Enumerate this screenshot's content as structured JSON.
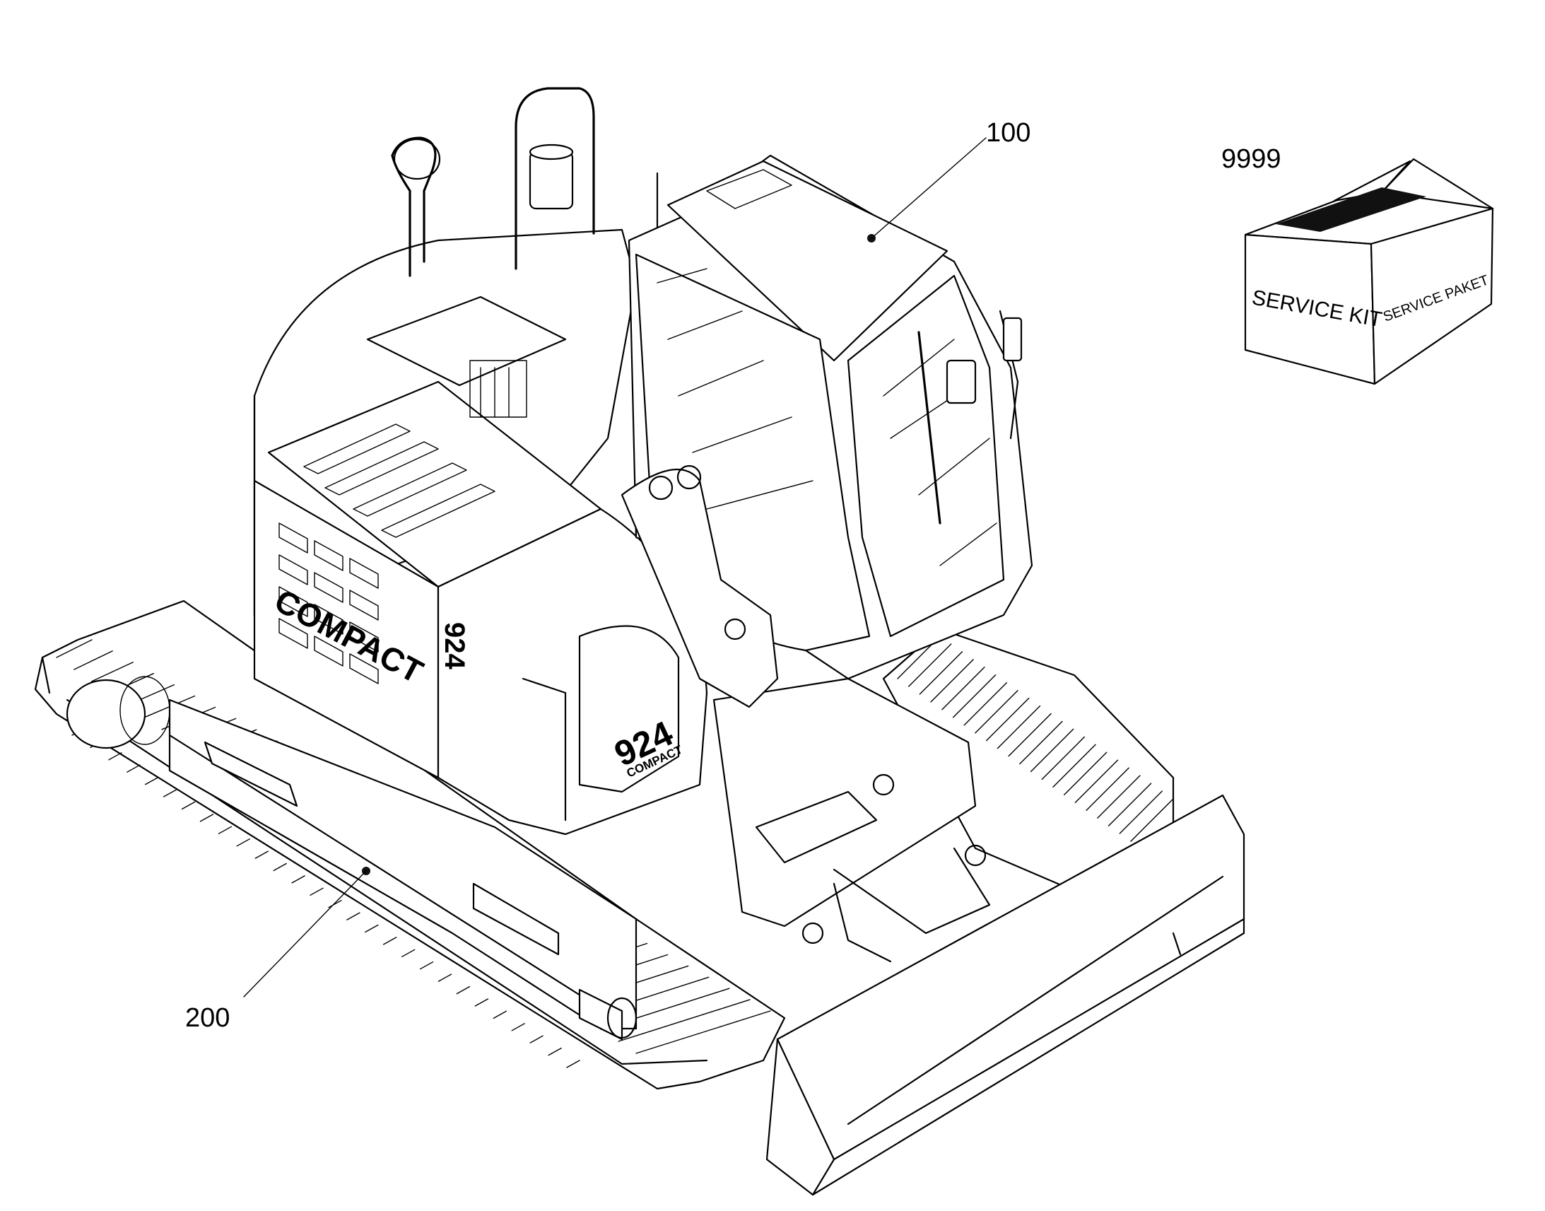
{
  "callouts": {
    "cab": {
      "label": "100"
    },
    "undercarriage": {
      "label": "200"
    },
    "service_kit": {
      "label": "9999"
    }
  },
  "service_box": {
    "front_text": "SERVICE KIT",
    "side_text": "SERVICE PAKET"
  },
  "machine_markings": {
    "brand_side": "COMPACT",
    "model_number": "924",
    "model_sub": "COMPACT",
    "model_vertical": "924"
  }
}
